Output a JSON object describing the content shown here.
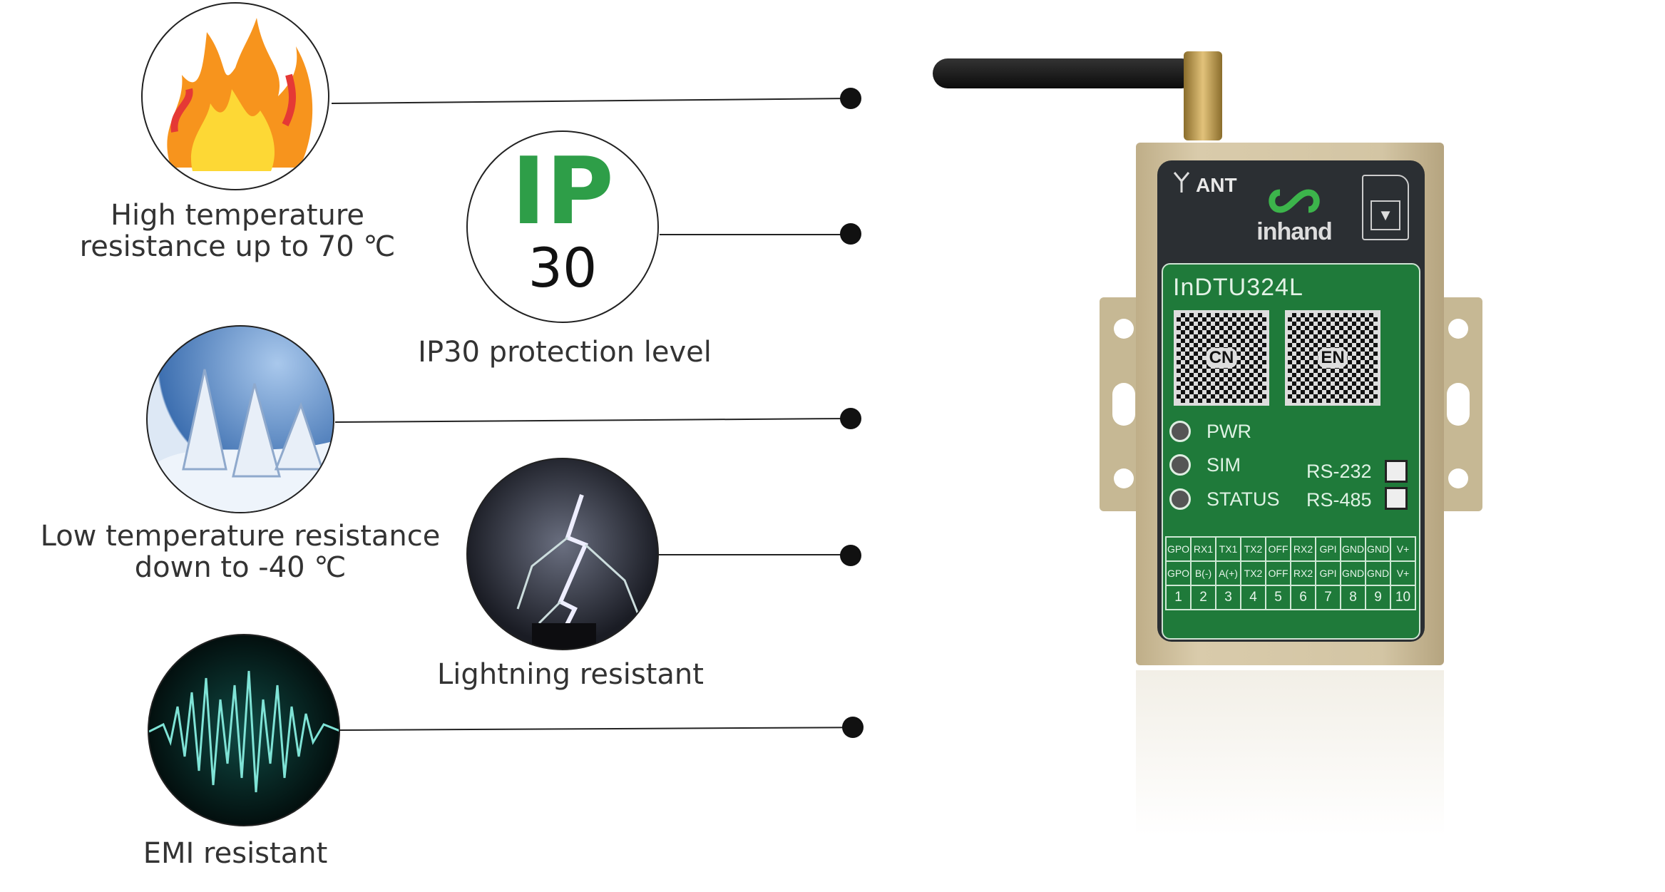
{
  "features": [
    {
      "label_lines": [
        "High temperature",
        "resistance up to 70 ℃"
      ],
      "icon": "fire-image"
    },
    {
      "badge_top": "IP",
      "badge_bottom": "30",
      "label_lines": [
        "IP30 protection level"
      ],
      "icon": "ip30-badge"
    },
    {
      "label_lines": [
        "Low temperature resistance",
        "down to -40 ℃"
      ],
      "icon": "snow-image"
    },
    {
      "label_lines": [
        "Lightning resistant"
      ],
      "icon": "lightning-image"
    },
    {
      "label_lines": [
        "EMI resistant"
      ],
      "icon": "emi-waveform-image"
    }
  ],
  "device": {
    "ant_label": "ANT",
    "brand": "inhand",
    "model": "InDTU324L",
    "qr_labels": [
      "CN",
      "EN"
    ],
    "leds": [
      "PWR",
      "SIM",
      "STATUS"
    ],
    "switches": [
      "RS-232",
      "RS-485"
    ],
    "terminal_rows": [
      [
        "GPO",
        "RX1",
        "TX1",
        "TX2",
        "OFF",
        "RX2",
        "GPI",
        "GND",
        "GND",
        "V+"
      ],
      [
        "GPO",
        "B(-)",
        "A(+)",
        "TX2",
        "OFF",
        "RX2",
        "GPI",
        "GND",
        "GND",
        "V+"
      ],
      [
        "1",
        "2",
        "3",
        "4",
        "5",
        "6",
        "7",
        "8",
        "9",
        "10"
      ]
    ]
  },
  "colors": {
    "green": "#2e9e48",
    "panel_green": "#1f7a3a",
    "panel_dark": "#2b2f33",
    "case": "#c9bb98"
  }
}
